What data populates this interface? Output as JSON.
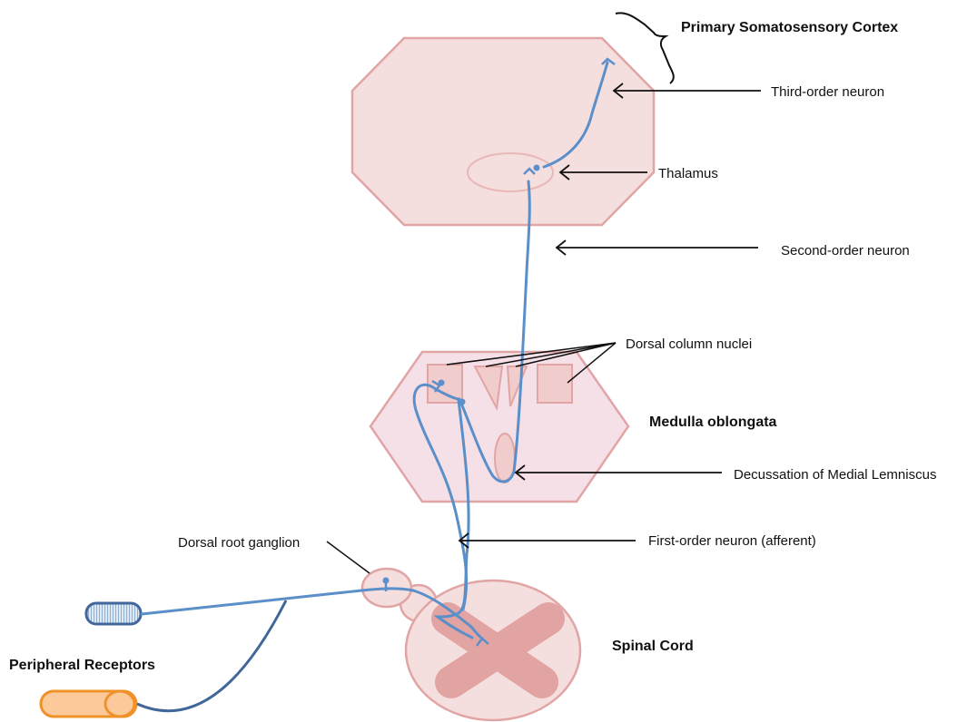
{
  "labels": {
    "cortex": "Primary Somatosensory Cortex",
    "third_order": "Third-order neuron",
    "thalamus": "Thalamus",
    "second_order": "Second-order neuron",
    "dorsal_column_nuclei": "Dorsal column nuclei",
    "medulla": "Medulla oblongata",
    "decussation": "Decussation of Medial Lemniscus",
    "dorsal_root_ganglion": "Dorsal root ganglion",
    "first_order": "First-order neuron (afferent)",
    "spinal_cord": "Spinal Cord",
    "peripheral_receptors": "Peripheral Receptors"
  },
  "colors": {
    "neuron": "#5b8fc9",
    "nerve_dark": "#41679a",
    "tissue_fill": "#f5dede",
    "tissue_stroke": "#e0a5a4",
    "medulla_fill": "#f6e0e8",
    "grey_matter": "#e2a3a3",
    "receptor_orange": "#fbc99a",
    "receptor_orange_stroke": "#f0922a",
    "receptor_blue": "#cfe0ef",
    "arrow": "#111111"
  }
}
